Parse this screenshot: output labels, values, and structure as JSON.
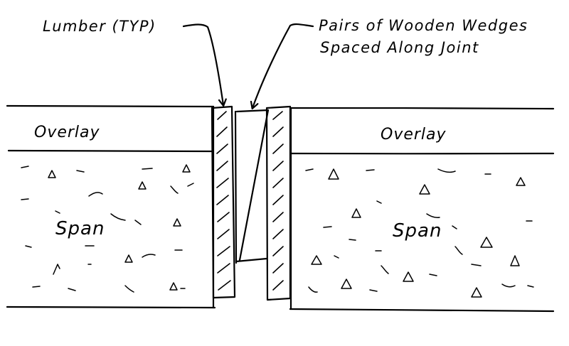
{
  "labels": {
    "lumber": "Lumber (TYP)",
    "wedges_line1": "Pairs of Wooden Wedges",
    "wedges_line2": "Spaced Along Joint",
    "overlay_left": "Overlay",
    "overlay_right": "Overlay",
    "span_left": "Span",
    "span_right": "Span"
  },
  "colors": {
    "ink": "#000000",
    "paper": "#ffffff"
  }
}
